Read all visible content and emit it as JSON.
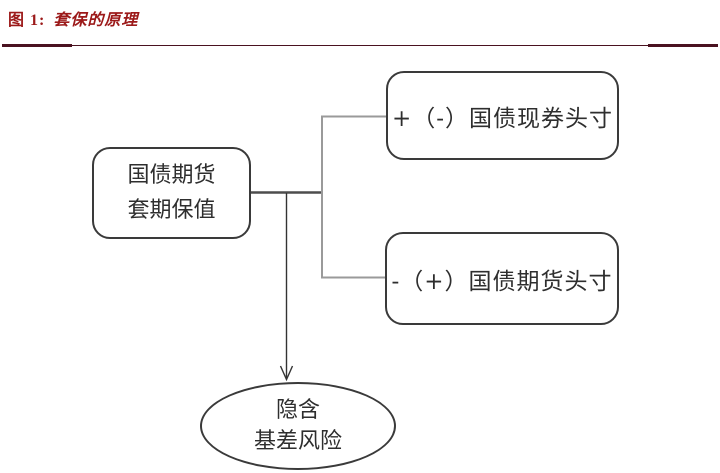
{
  "figure": {
    "title_prefix": "图 1:",
    "title": "套保的原理",
    "title_color": "#9c1a1a",
    "divider_color": "#4a1220"
  },
  "diagram": {
    "hedge_box": {
      "line1": "国债期货",
      "line2": "套期保值"
    },
    "cash_box": {
      "label": "+（-）国债现券头寸"
    },
    "futures_box": {
      "label": "-（+）国债期货头寸"
    },
    "basis_ellipse": {
      "line1": "隐含",
      "line2": "基差风险"
    },
    "node_border_color": "#3a3a3a",
    "stem_line_color": "#4d4d4d",
    "bracket_line_color": "#9a9a9a",
    "arrow_color": "#333333"
  }
}
